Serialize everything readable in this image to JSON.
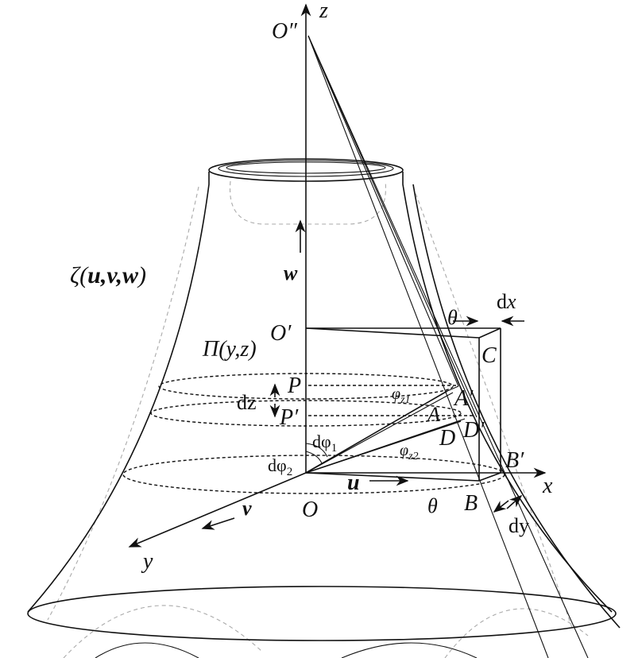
{
  "labels": {
    "O_double_prime": "O″",
    "z": "z",
    "w": "w",
    "zeta": "ζ(",
    "zeta_args": "u,v,w",
    "zeta_close": ")",
    "O_prime": "O′",
    "theta_top": "θ",
    "dx_d": "d",
    "dx_x": "x",
    "C": "C",
    "Pi": "Π(y,z)",
    "P": "P",
    "dz": "dz",
    "P_prime": "P′",
    "phi_z1": "φ",
    "phi_z1_sub": "z1",
    "A_prime": "A′",
    "A": "A",
    "D_prime": "D′",
    "D": "D",
    "dphi1": "dφ",
    "dphi1_sub": "1",
    "phi_z2": "φ",
    "phi_z2_sub": "z2",
    "dphi2": "dφ",
    "dphi2_sub": "2",
    "B_prime": "B′",
    "x": "x",
    "u": "u",
    "O": "O",
    "theta_bottom": "θ",
    "B": "B",
    "v": "v",
    "y": "y",
    "dy": "dy"
  }
}
